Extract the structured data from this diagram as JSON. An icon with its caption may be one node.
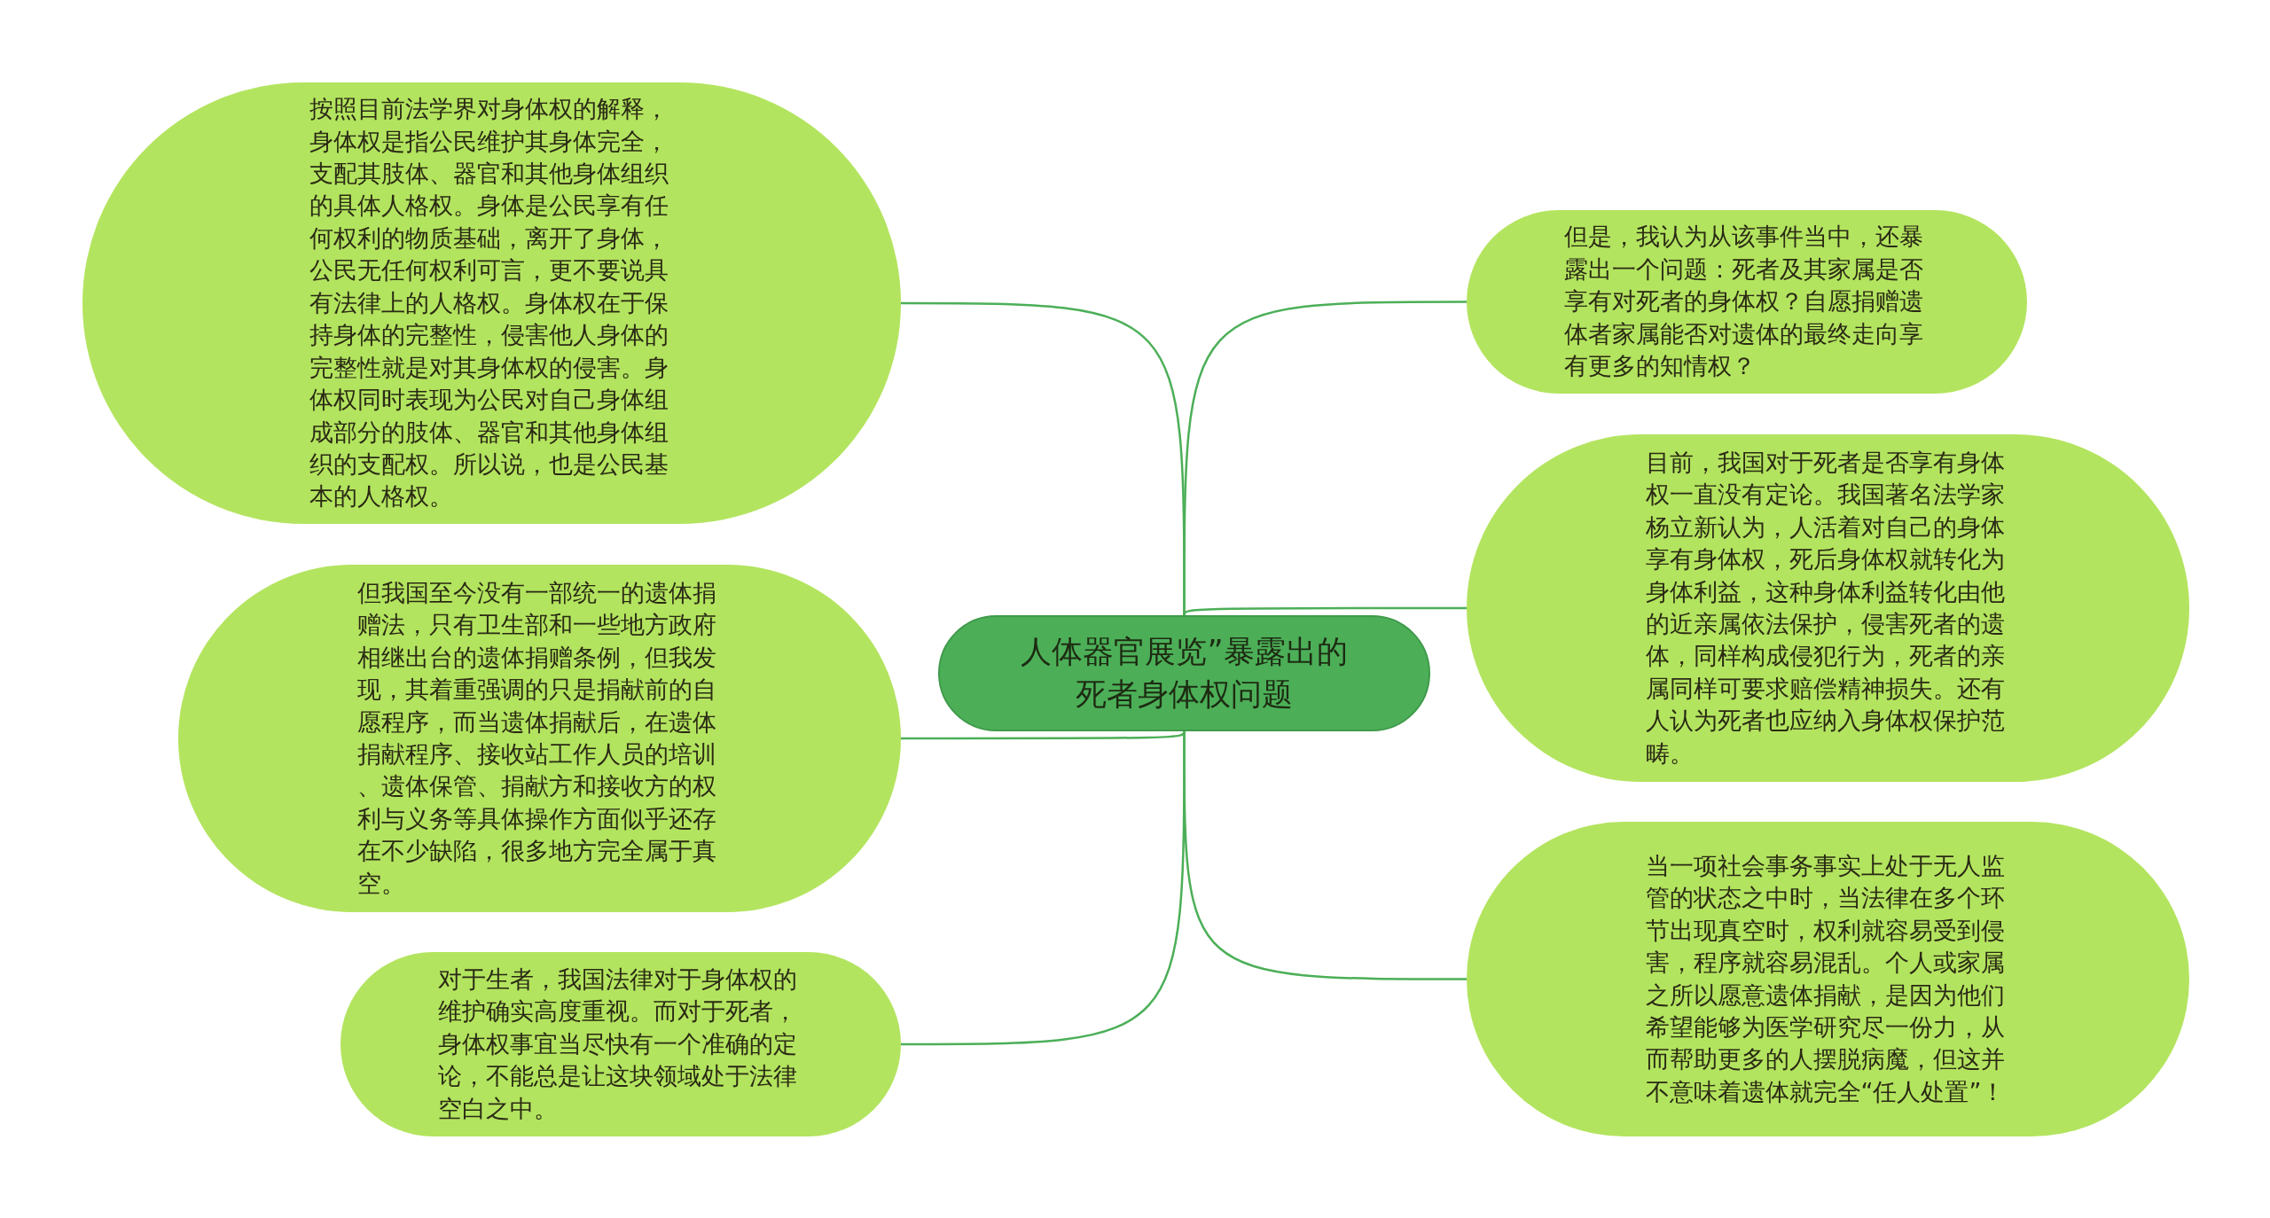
{
  "diagram": {
    "nodes": [
      {
        "text": [
          "人体器官展览”暴露出的死者身体权问题"
        ]
      },
      {
        "text": [
          "按照目前法学界对身体权的解释，身体权是指公民维护其身体完全，支配其肢体、器官和其他身体组织的具体人格权。身体是公民享有任何权利的物质基础，离开了身体，公民无任何权利可言，更不要说具有法律上的人格权。身体权在于保持身体的完整性，侵害他人身体的完整性就是对其身体权的侵害。身体权同时表现为公民对自己身体组成部分的肢体、器官和其他身体组织的支配权。所以说，也是公民基本的人格权。"
        ]
      },
      {
        "text": [
          "但我国至今没有一部统一的遗体捐赠法，只有卫生部和一些地方政府相继出台的遗体捐赠条例，但我发现，其着重强调的只是捐献前的自愿程序，而当遗体捐献后，在遗体捐献程序、接收站工作人员的培训、遗体保管、捐献方和接收方的权利与义务等具体操作方面似乎还存在不少缺陷，很多地方完全属于真空。"
        ]
      },
      {
        "text": [
          "对于生者，我国法律对于身体权的维护确实高度重视。而对于死者，身体权事宜当尽快有一个准确的定论，不能总是让这块领域处于法律空白之中。"
        ]
      },
      {
        "text": [
          "但是，我认为从该事件当中，还暴露出一个问题：死者及其家属是否享有对死者的身体权？自愿捐赠遗体者家属能否对遗体的最终走向享有更多的知情权？"
        ]
      },
      {
        "text": [
          "目前，我国对于死者是否享有身体权一直没有定论。我国著名法学家杨立新认为，人活着对自己的身体享有身体权，死后身体权就转化为身体利益，这种身体利益转化由他的近亲属依法保护，侵害死者的遗体，同样构成侵犯行为，死者的亲属同样可要求赔偿精神损失。还有人认为死者也应纳入身体权保护范畴。"
        ]
      },
      {
        "text": [
          "当一项社会事务事实上处于无人监管的状态之中时，当法律在多个环节出现真空时，权利就容易受到侵害，程序就容易混乱。个人或家属之所以愿意遗体捐献，是因为他们希望能够为医学研究尽一份力，从而帮助更多的人摆脱病魔，但这并不意味着遗体就完全“任人处置”！"
        ]
      }
    ],
    "edges": [
      {
        "from": 0,
        "to": 1,
        "arrow": "none"
      },
      {
        "from": 0,
        "to": 2,
        "arrow": "none"
      },
      {
        "from": 0,
        "to": 3,
        "arrow": "none"
      },
      {
        "from": 0,
        "to": 4,
        "arrow": "none"
      },
      {
        "from": 0,
        "to": 5,
        "arrow": "none"
      },
      {
        "from": 0,
        "to": 6,
        "arrow": "none"
      }
    ]
  }
}
